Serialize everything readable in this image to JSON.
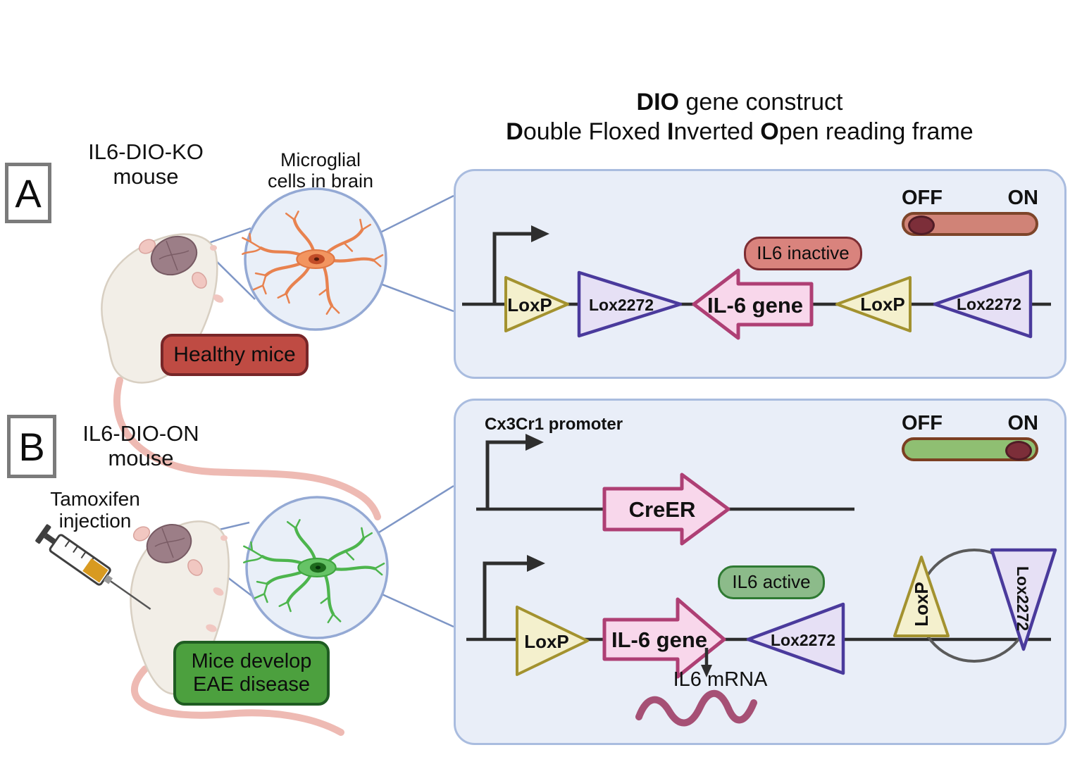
{
  "title": {
    "l1_bold": "DIO",
    "l1_rest": " gene construct",
    "l2_b1": "D",
    "l2_r1": "ouble Floxed ",
    "l2_b2": "I",
    "l2_r2": "nverted ",
    "l2_b3": "O",
    "l2_r3": "pen reading frame"
  },
  "panel_a": {
    "letter": "A",
    "mouse_label": "IL6-DIO-KO\nmouse",
    "cell_label": "Microglial\ncells in brain",
    "status_badge": "Healthy mice",
    "construct": {
      "toggle": {
        "off": "OFF",
        "on": "ON",
        "state": "off"
      },
      "gene_badge": "IL6 inactive",
      "site1": "LoxP",
      "site2": "Lox2272",
      "gene": "IL-6 gene",
      "site3": "LoxP",
      "site4": "Lox2272"
    }
  },
  "panel_b": {
    "letter": "B",
    "mouse_label": "IL6-DIO-ON\nmouse",
    "injection_label": "Tamoxifen\ninjection",
    "status_badge": "Mice develop\nEAE disease",
    "construct": {
      "promoter_label": "Cx3Cr1 promoter",
      "recombinase": "CreER",
      "toggle": {
        "off": "OFF",
        "on": "ON",
        "state": "on"
      },
      "gene_badge": "IL6 active",
      "site1": "LoxP",
      "gene": "IL-6 gene",
      "site2": "Lox2272",
      "mrna_label": "IL6 mRNA",
      "excised_site1": "LoxP",
      "excised_site2": "Lox2272"
    }
  },
  "colors": {
    "construct_box_fill": "#e9eef8",
    "construct_box_border": "#a9bcdf",
    "loxp_fill": "#f4f0cd",
    "loxp_border": "#a3922f",
    "lox2272_fill": "#e6e0f5",
    "lox2272_border": "#4a3a9c",
    "gene_arrow_fill": "#f8d7eb",
    "gene_arrow_border": "#ae3f74",
    "toggle_off_fill": "#d08377",
    "toggle_on_fill": "#8fbf72",
    "toggle_knob": "#7c2e39",
    "badge_inactive": "#d9837d",
    "badge_active": "#8cbb8a",
    "badge_healthy": "#bf4b43",
    "badge_eae": "#4ca03e",
    "microglia_a": "#e8824f",
    "microglia_b": "#4db54d",
    "mrna_squiggle": "#a65075"
  }
}
